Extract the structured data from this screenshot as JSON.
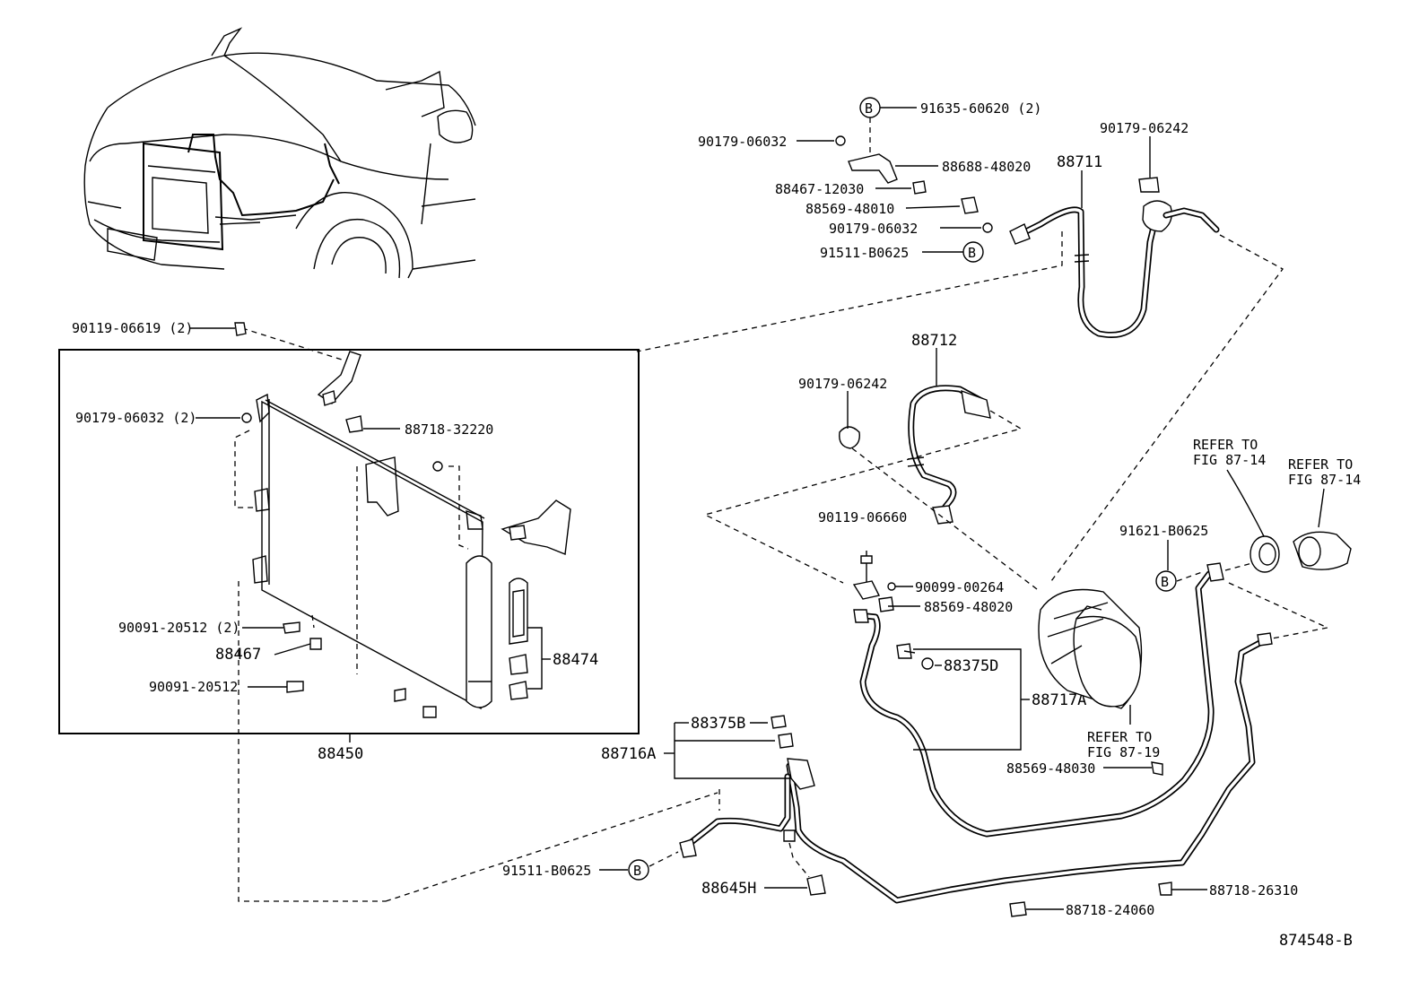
{
  "diagram_id": "874548-B",
  "labels": {
    "b_91635": "91635-60620 (2)",
    "p90179_06032_top": "90179-06032",
    "p88688": "88688-48020",
    "p88467_12030": "88467-12030",
    "p88569_48010": "88569-48010",
    "p90179_06032_mid": "90179-06032",
    "b_91511_top": "91511-B0625",
    "p90179_06242_top": "90179-06242",
    "p88711": "88711",
    "p90119_06619": "90119-06619 (2)",
    "p90179_06032_2": "90179-06032 (2)",
    "p88718_32220": "88718-32220",
    "p90091_20512_2": "90091-20512 (2)",
    "p88467": "88467",
    "p90091_20512": "90091-20512",
    "p88474": "88474",
    "p88450": "88450",
    "p88712": "88712",
    "p90179_06242_mid": "90179-06242",
    "p90119_06660": "90119-06660",
    "p90099_00264": "90099-00264",
    "p88569_48020": "88569-48020",
    "p88375D": "88375D",
    "p88717A": "88717A",
    "refer_87_14_a_1": "REFER TO",
    "refer_87_14_a_2": "FIG 87-14",
    "refer_87_14_b_1": "REFER TO",
    "refer_87_14_b_2": "FIG 87-14",
    "b_91621": "91621-B0625",
    "refer_87_19_1": "REFER TO",
    "refer_87_19_2": "FIG 87-19",
    "p88569_48030": "88569-48030",
    "p88375B": "88375B",
    "p88716A": "88716A",
    "b_91511_bot": "91511-B0625",
    "p88645H": "88645H",
    "p88718_26310": "88718-26310",
    "p88718_24060": "88718-24060",
    "circle_b": "B"
  }
}
